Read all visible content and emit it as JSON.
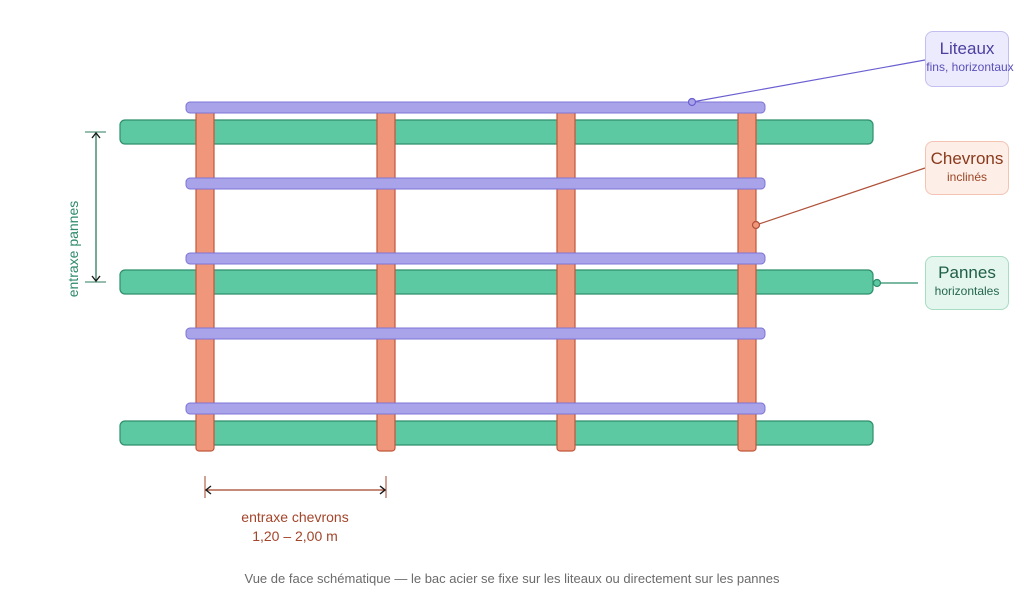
{
  "diagram": {
    "caption": "Vue de face schématique — le bac acier se fixe sur les liteaux ou directement sur les pannes",
    "components": {
      "liteaux": {
        "title": "Liteaux",
        "subtitle": "fins, horizontaux",
        "count": 5,
        "orientation": "horizontal",
        "color": "#a9a3ea",
        "stroke": "#7d74d6"
      },
      "chevrons": {
        "title": "Chevrons",
        "subtitle": "inclinés",
        "count": 4,
        "orientation": "vertical",
        "color": "#f0967a",
        "stroke": "#c0573a"
      },
      "pannes": {
        "title": "Pannes",
        "subtitle": "horizontales",
        "count": 3,
        "orientation": "horizontal",
        "color": "#5cc9a2",
        "stroke": "#2f8f6c"
      }
    },
    "layer_order_bottom_to_top": [
      "pannes",
      "chevrons",
      "liteaux"
    ],
    "dimensions": {
      "entraxe_pannes": {
        "label": "entraxe pannes",
        "color": "#2e7d5e"
      },
      "entraxe_chevrons": {
        "label": "entraxe chevrons",
        "value": "1,20 – 2,00 m",
        "color": "#a3452a"
      }
    }
  }
}
